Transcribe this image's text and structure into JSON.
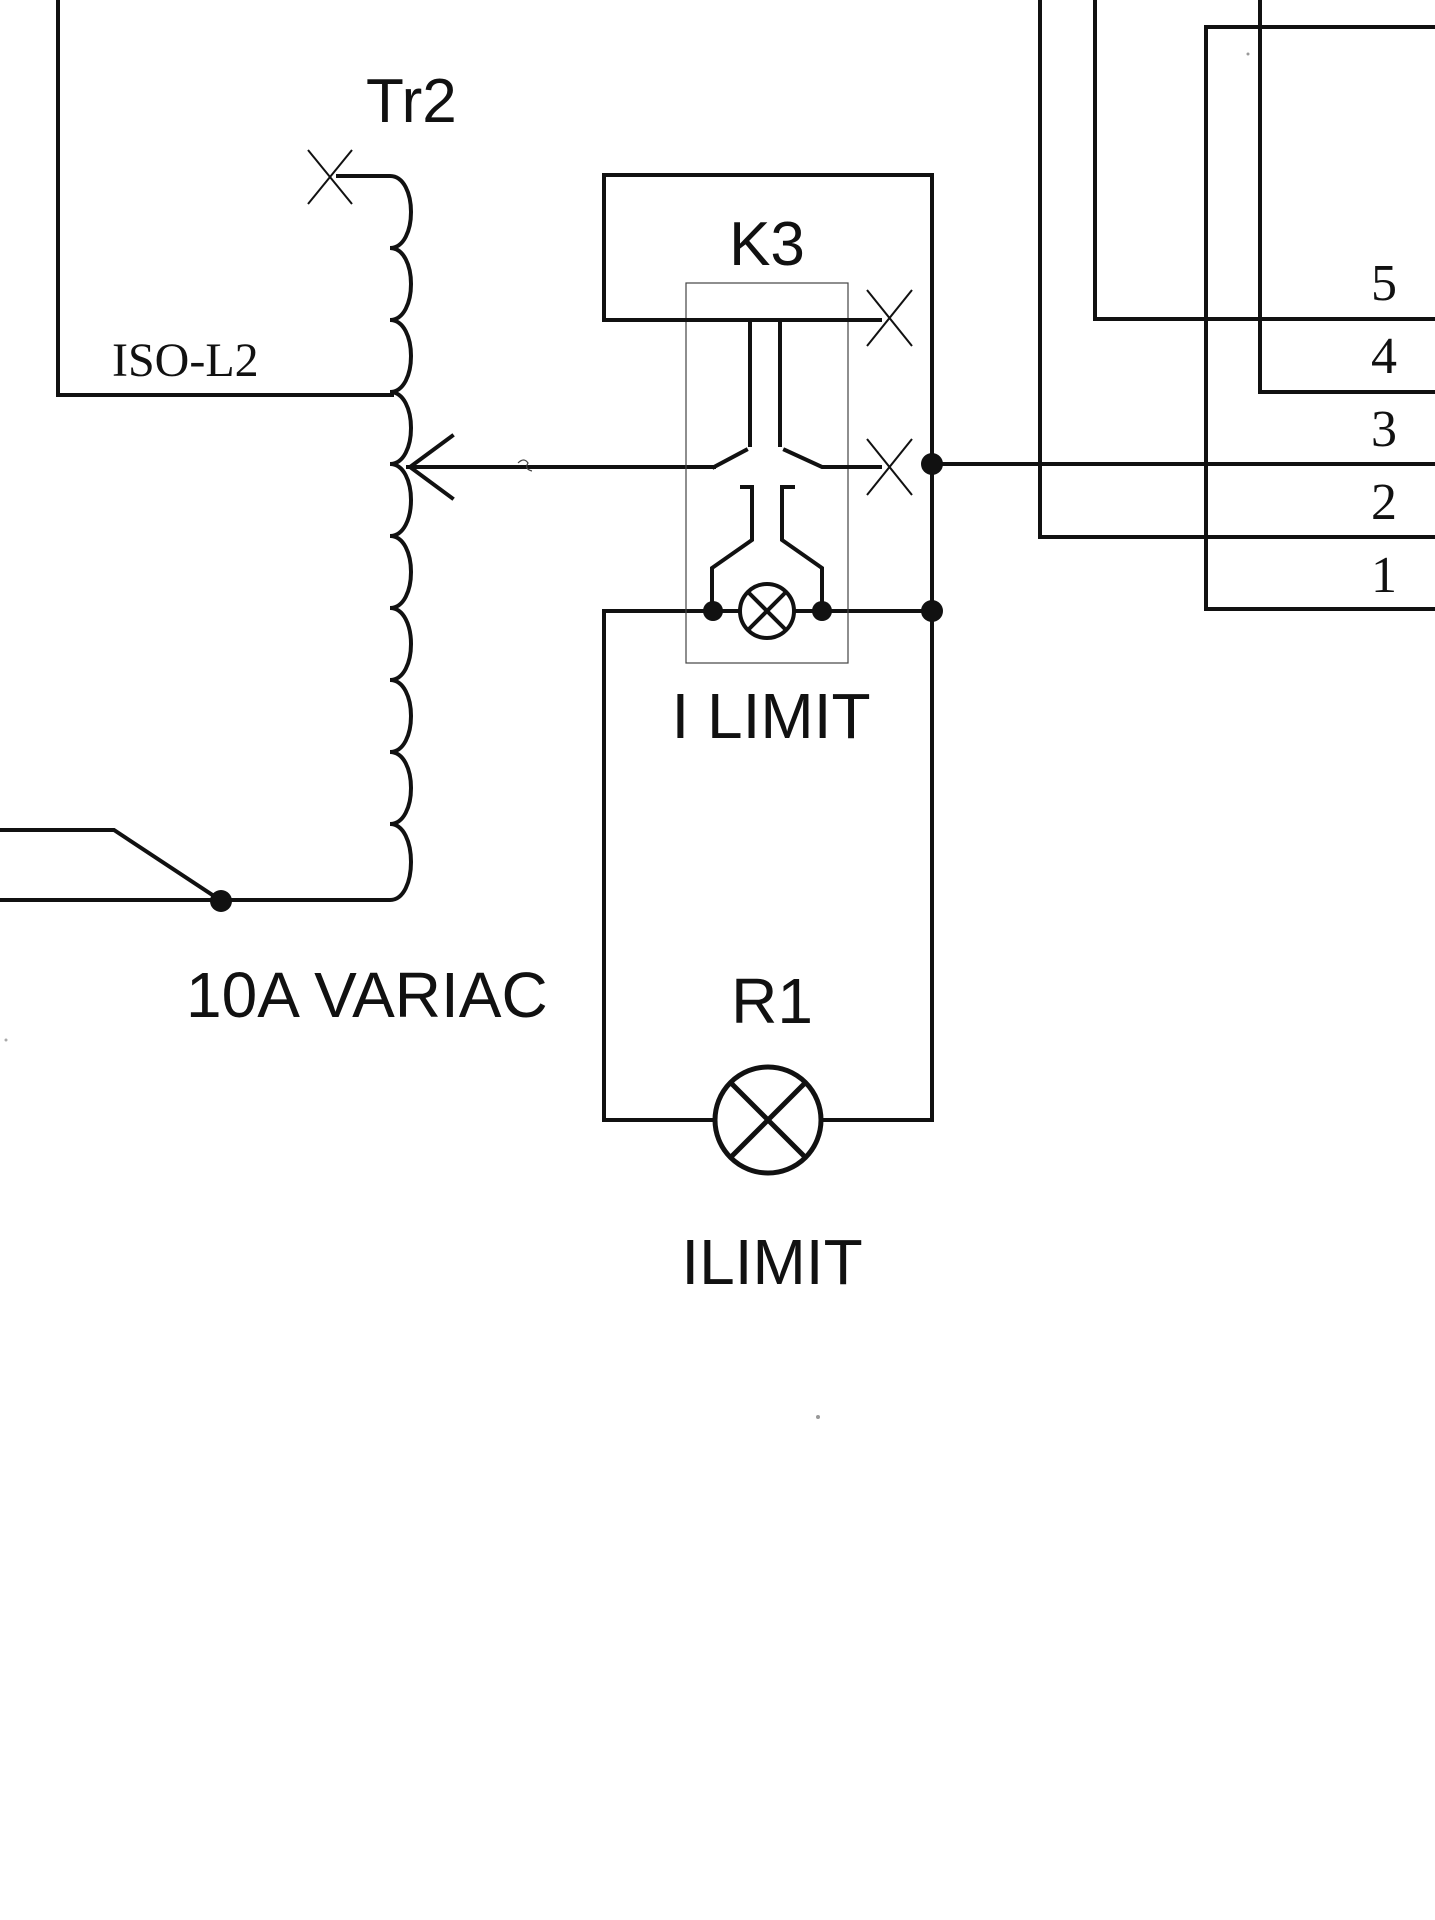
{
  "labels": {
    "tr2": "Tr2",
    "iso_l2": "ISO-L2",
    "variac": "10A VARIAC",
    "k3": "K3",
    "i_limit_k3": "I LIMIT",
    "r1": "R1",
    "i_limit_r1": "ILIMIT"
  },
  "terminals": [
    "5",
    "4",
    "3",
    "2",
    "1"
  ]
}
